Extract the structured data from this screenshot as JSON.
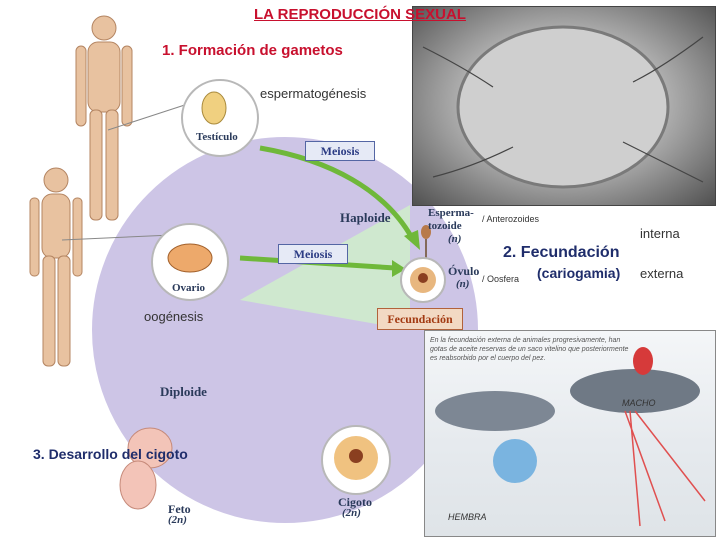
{
  "title": "LA REPRODUCCIÓN SEXUAL",
  "sections": {
    "gametos": "1. Formación de gametos",
    "fecundacion_line1": "2. Fecundación",
    "fecundacion_line2": "(cariogamia)",
    "desarrollo": "3. Desarrollo del cigoto"
  },
  "labels": {
    "espermatogenesis": "espermatogénesis",
    "oogenesis": "oogénesis",
    "interna": "interna",
    "externa": "externa",
    "anterozoides": "/ Anterozoides",
    "oosfera": "/ Oosfera"
  },
  "cycle": {
    "testiculo": "Testículo",
    "ovario": "Ovario",
    "meiosis_top": "Meiosis",
    "meiosis_mid": "Meiosis",
    "haploide": "Haploide",
    "diploide": "Diploide",
    "fecundacion_box": "Fecundación",
    "esperma_1": "Esperma-",
    "esperma_2": "tozoide",
    "esperma_n": "(n)",
    "ovulo": "Óvulo",
    "ovulo_n": "(n)",
    "cigoto": "Cigoto",
    "cigoto_n": "(2n)",
    "feto": "Feto",
    "feto_n": "(2n)"
  },
  "fish_photo": {
    "caption": "En la fecundación externa de animales progresivamente, han gotas de aceite reservas de un saco vitelino que posteriormente es reabsorbido por el cuerpo del pez.",
    "female": "HEMBRA",
    "male": "MACHO"
  },
  "colors": {
    "title_red": "#c8102e",
    "heading_navy": "#1f2d6b",
    "cycle_lavender": "#cdc5e6",
    "haploid_green": "#cfe8cf",
    "arrow_green": "#6fb83a"
  }
}
